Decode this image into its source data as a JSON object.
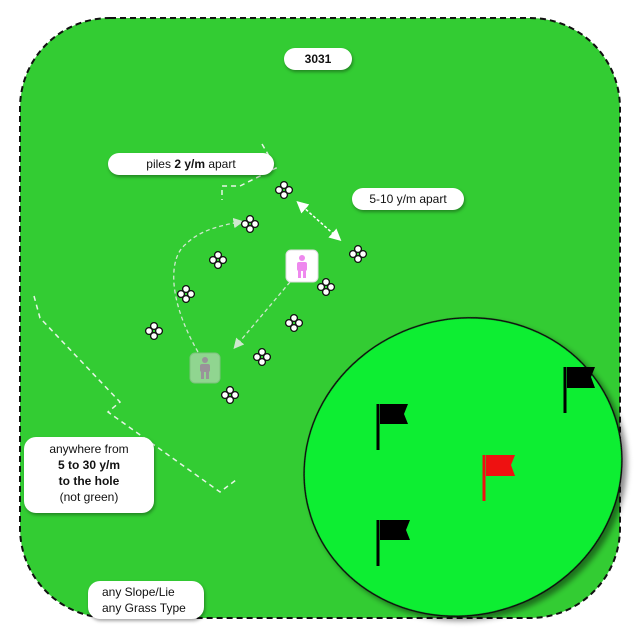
{
  "code": "3031",
  "labels": {
    "piles_prefix": "piles ",
    "piles_bold": "2 y/m",
    "piles_suffix": " apart",
    "range": "5-10 y/m apart",
    "distance_line1": "anywhere from",
    "distance_line2": "5 to 30 y/m",
    "distance_line3": "to the hole",
    "distance_line4": "(not green)",
    "conditions_line1": "any Slope/Lie",
    "conditions_line2": "any Grass Type"
  },
  "colors": {
    "fairway": "#33cc33",
    "green": "#11ee33",
    "flag_target": "#ee1111",
    "flag_other": "#000000",
    "player": "#ee88ee"
  },
  "icons": {
    "pile": "ball-pile-icon",
    "player": "person-icon",
    "flag": "flag-icon"
  }
}
